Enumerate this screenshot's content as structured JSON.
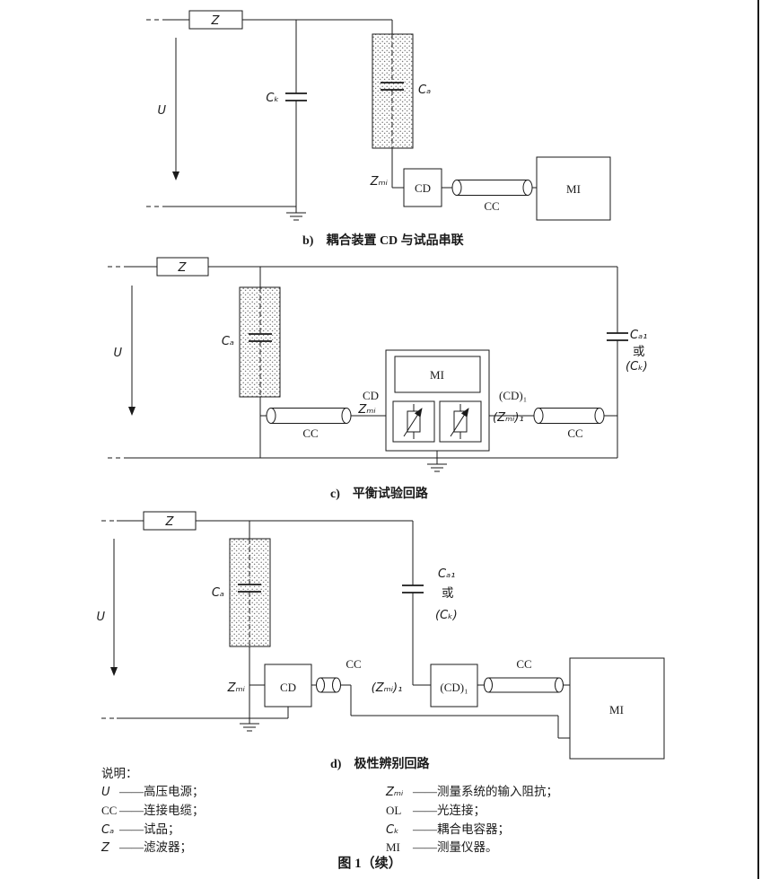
{
  "colors": {
    "ink": "#1a1a1a",
    "paper": "#ffffff"
  },
  "figure": {
    "caption": "图 1（续）"
  },
  "diagram_b": {
    "caption": "b)　耦合装置 CD 与试品串联",
    "labels": {
      "z": "Z",
      "u": "U",
      "ck": "Cₖ",
      "ca": "Cₐ",
      "zmi": "Zₘᵢ",
      "cd": "CD",
      "cc": "CC",
      "mi": "MI"
    }
  },
  "diagram_c": {
    "caption": "c)　平衡试验回路",
    "labels": {
      "z": "Z",
      "u": "U",
      "ca": "Cₐ",
      "ca1": "Cₐ₁",
      "or": "或",
      "ck_paren": "(Cₖ)",
      "cc_left": "CC",
      "cc_right": "CC",
      "cd": "CD",
      "zmi": "Zₘᵢ",
      "mi": "MI",
      "cd1": "(CD)₁",
      "zmi1": "(Zₘᵢ)₁"
    }
  },
  "diagram_d": {
    "caption": "d)　极性辨别回路",
    "labels": {
      "z": "Z",
      "u": "U",
      "ca": "Cₐ",
      "ca1": "Cₐ₁",
      "or": "或",
      "ck_paren": "(Cₖ)",
      "zmi": "Zₘᵢ",
      "cd": "CD",
      "cc_left": "CC",
      "zmi1": "(Zₘᵢ)₁",
      "cd1": "(CD)₁",
      "cc_right": "CC",
      "mi": "MI"
    }
  },
  "legend": {
    "title": "说明：",
    "left": [
      {
        "sym": "U",
        "text": "——高压电源；"
      },
      {
        "sym": "CC",
        "text": "——连接电缆；"
      },
      {
        "sym": "Cₐ",
        "text": "——试品；"
      },
      {
        "sym": "Z",
        "text": "——滤波器；"
      }
    ],
    "right": [
      {
        "sym": "Zₘᵢ",
        "text": "——测量系统的输入阻抗；"
      },
      {
        "sym": "OL",
        "text": "——光连接；"
      },
      {
        "sym": "Cₖ",
        "text": "——耦合电容器；"
      },
      {
        "sym": "MI",
        "text": "——测量仪器。"
      }
    ]
  }
}
